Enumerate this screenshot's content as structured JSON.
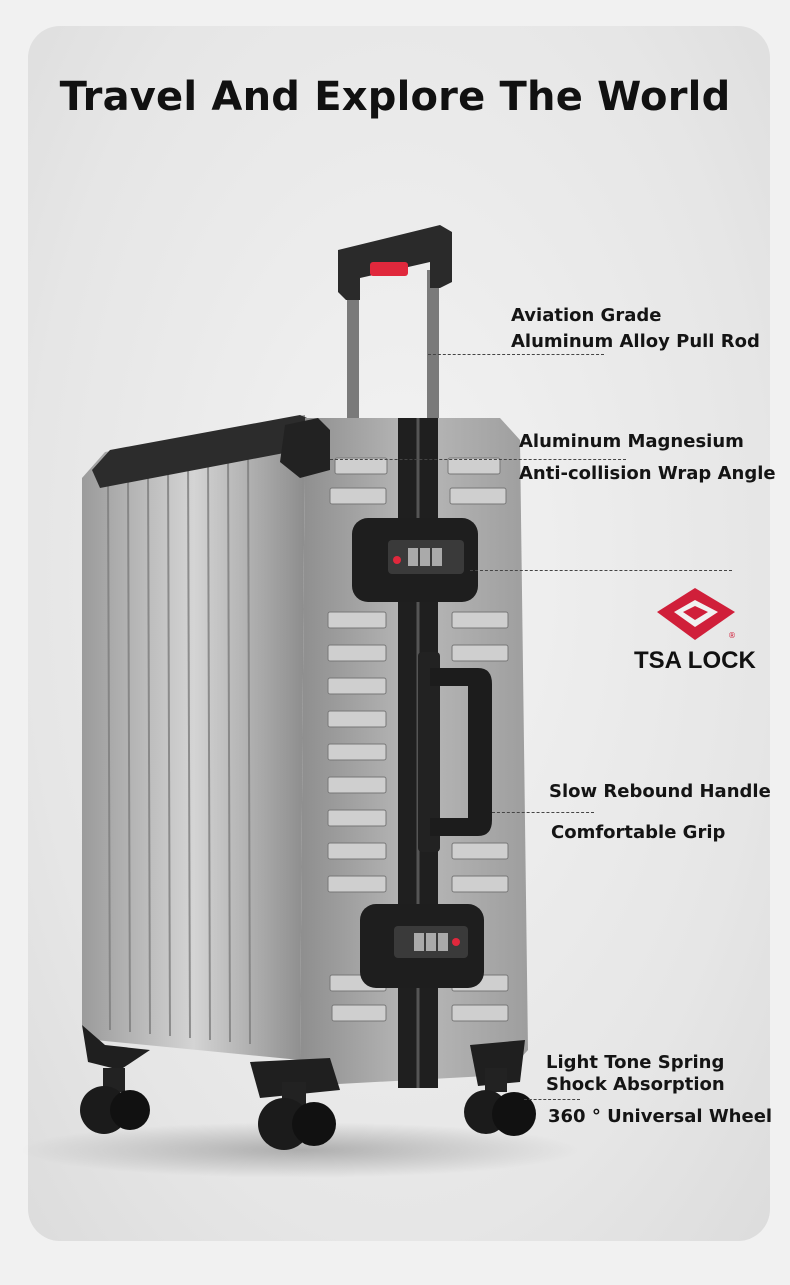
{
  "title": "Travel And Explore The World",
  "features": {
    "pull_rod": {
      "line1": "Aviation Grade",
      "line2": "Aluminum Alloy Pull Rod"
    },
    "wrap_angle": {
      "line1": "Aluminum Magnesium",
      "line2": "Anti-collision Wrap Angle"
    },
    "lock": {
      "label": "TSA LOCK",
      "registered": "®"
    },
    "handle": {
      "line1": "Slow Rebound Handle",
      "line2": "Comfortable Grip"
    },
    "wheels": {
      "line1": "Light Tone Spring",
      "line2": "Shock Absorption",
      "line3": "360 ° Universal Wheel"
    }
  },
  "colors": {
    "shell": "#a9a9a9",
    "frame": "#1f1f1f",
    "handle_accent": "#e0283c",
    "tsa_brand": "#d01f3a"
  }
}
